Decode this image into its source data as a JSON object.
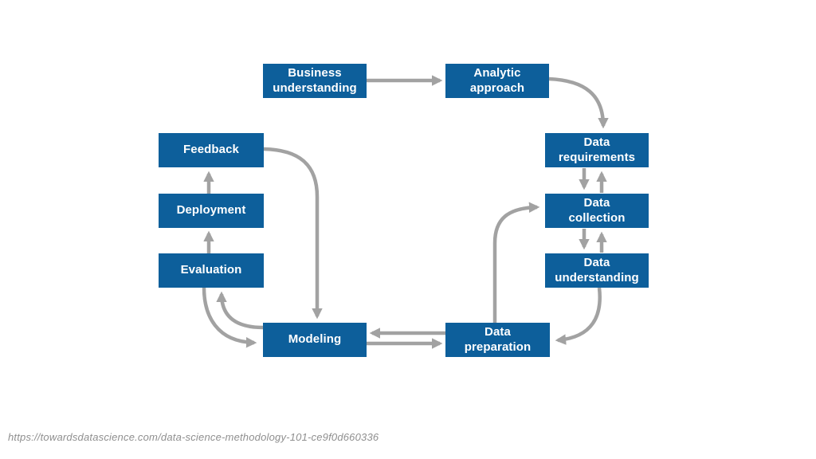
{
  "nodes": {
    "business_understanding": {
      "label": "Business\nunderstanding"
    },
    "analytic_approach": {
      "label": "Analytic\napproach"
    },
    "data_requirements": {
      "label": "Data\nrequirements"
    },
    "data_collection": {
      "label": "Data\ncollection"
    },
    "data_understanding": {
      "label": "Data\nunderstanding"
    },
    "feedback": {
      "label": "Feedback"
    },
    "deployment": {
      "label": "Deployment"
    },
    "evaluation": {
      "label": "Evaluation"
    },
    "modeling": {
      "label": "Modeling"
    },
    "data_preparation": {
      "label": "Data\npreparation"
    }
  },
  "edges": [
    {
      "from": "business_understanding",
      "to": "analytic_approach"
    },
    {
      "from": "analytic_approach",
      "to": "data_requirements"
    },
    {
      "from": "data_requirements",
      "to": "data_collection"
    },
    {
      "from": "data_collection",
      "to": "data_requirements"
    },
    {
      "from": "data_collection",
      "to": "data_understanding"
    },
    {
      "from": "data_understanding",
      "to": "data_collection"
    },
    {
      "from": "data_understanding",
      "to": "data_preparation"
    },
    {
      "from": "data_preparation",
      "to": "data_collection"
    },
    {
      "from": "data_preparation",
      "to": "modeling"
    },
    {
      "from": "modeling",
      "to": "data_preparation"
    },
    {
      "from": "modeling",
      "to": "evaluation"
    },
    {
      "from": "evaluation",
      "to": "modeling"
    },
    {
      "from": "evaluation",
      "to": "deployment"
    },
    {
      "from": "deployment",
      "to": "feedback"
    },
    {
      "from": "feedback",
      "to": "modeling"
    }
  ],
  "caption": {
    "url": "https://towardsdatascience.com/data-science-methodology-101-ce9f0d660336"
  },
  "colors": {
    "node_fill": "#0d5f9b",
    "node_text": "#ffffff",
    "arrow": "#a2a2a2",
    "caption_text": "#8f8f8f",
    "background": "#ffffff"
  }
}
